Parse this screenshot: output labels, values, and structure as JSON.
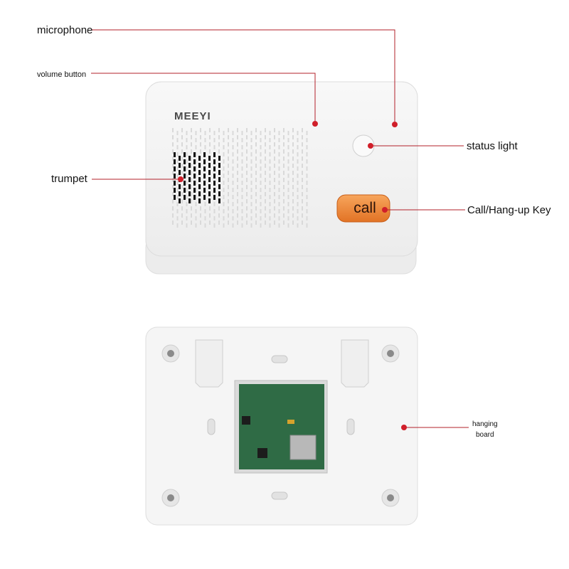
{
  "device": {
    "brand": "MEEYI",
    "call_key_label": "call"
  },
  "labels": {
    "microphone": "microphone",
    "volume_button": "volume button",
    "trumpet": "trumpet",
    "status_light": "status light",
    "call_hangup_key": "Call/Hang-up Key",
    "hanging_board_line1": "hanging",
    "hanging_board_line2": "board"
  },
  "colors": {
    "leader_line": "#b3202a",
    "marker_dot": "#d01f2a",
    "call_key": "#f08a3a",
    "device_body": "#f3f3f3",
    "pcb": "#2f6b45"
  }
}
